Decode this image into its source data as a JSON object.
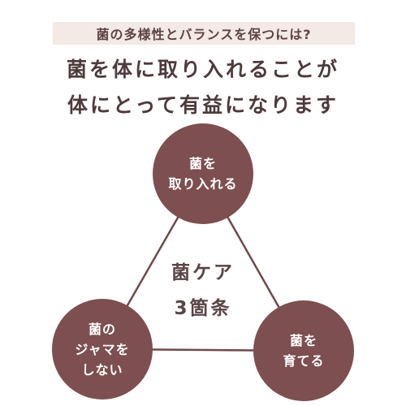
{
  "subtitle": "菌の多様性とバランスを保つには?",
  "headline": {
    "line1": "菌を体に取り入れることが",
    "line2": "体にとって有益になります"
  },
  "diagram": {
    "center": {
      "line1": "菌ケア",
      "line2": "3箇条"
    },
    "nodes": [
      {
        "id": "top",
        "lines": [
          "菌を",
          "取り入れる"
        ]
      },
      {
        "id": "left",
        "lines": [
          "菌の",
          "ジャマを",
          "しない"
        ]
      },
      {
        "id": "right",
        "lines": [
          "菌を",
          "育てる"
        ]
      }
    ]
  },
  "colors": {
    "node_fill": "#7d4f50",
    "node_text": "#ffffff",
    "band_bg": "#f3e9e5",
    "heading_text": "#4d3a3b",
    "connector_line": "#6e4a4b"
  }
}
